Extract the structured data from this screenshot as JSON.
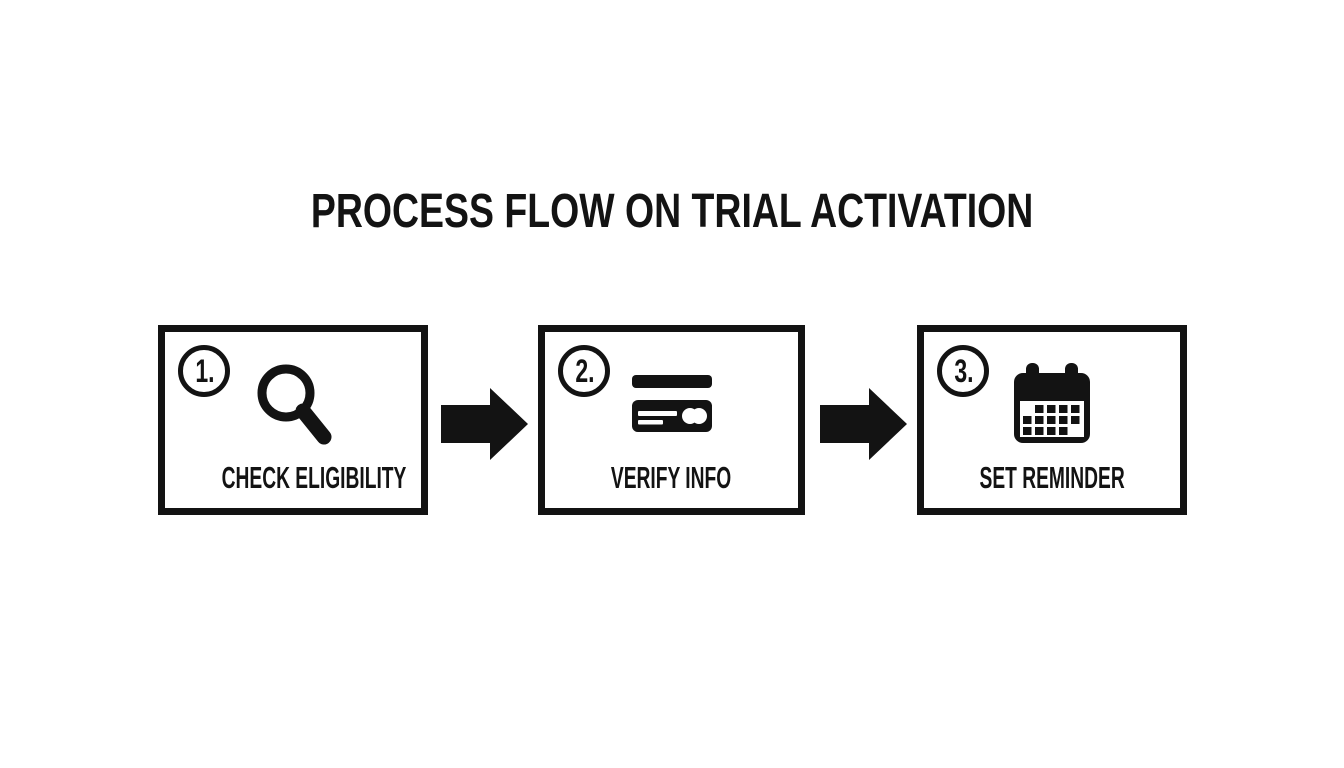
{
  "title": "PROCESS FLOW ON TRIAL ACTIVATION",
  "colors": {
    "background": "#ffffff",
    "ink": "#131313"
  },
  "steps": [
    {
      "number": "1.",
      "label": "CHECK ELIGIBILITY",
      "icon": "magnifier-icon"
    },
    {
      "number": "2.",
      "label": "VERIFY INFO",
      "icon": "credit-card-icon"
    },
    {
      "number": "3.",
      "label": "SET REMINDER",
      "icon": "calendar-icon"
    }
  ],
  "connectors": [
    {
      "type": "arrow-right"
    },
    {
      "type": "arrow-right"
    }
  ]
}
